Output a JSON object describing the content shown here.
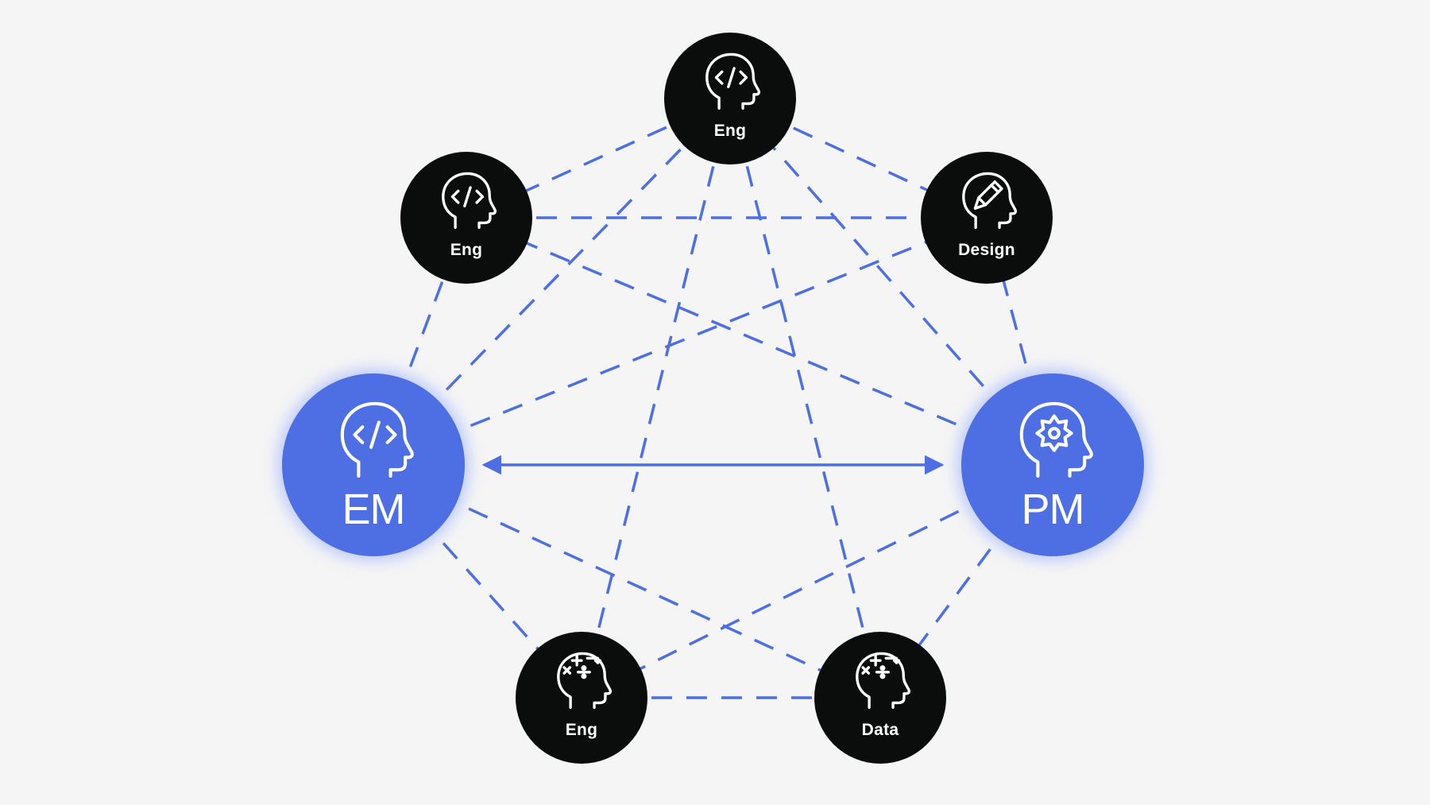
{
  "colors": {
    "background": "#f5f5f5",
    "dark_node": "#0b0c0c",
    "accent_node": "#4d6fe3",
    "accent_glow": "#b6c5fb",
    "link": "#4d6fe3",
    "text": "#ffffff"
  },
  "nodes": [
    {
      "id": "em",
      "label": "EM",
      "icon": "head-code-icon",
      "style": "accent"
    },
    {
      "id": "pm",
      "label": "PM",
      "icon": "head-gear-icon",
      "style": "accent"
    },
    {
      "id": "eng-top",
      "label": "Eng",
      "icon": "head-code-icon",
      "style": "dark"
    },
    {
      "id": "eng-left",
      "label": "Eng",
      "icon": "head-code-icon",
      "style": "dark"
    },
    {
      "id": "design",
      "label": "Design",
      "icon": "head-pencil-icon",
      "style": "dark"
    },
    {
      "id": "eng-bottom",
      "label": "Eng",
      "icon": "head-math-icon",
      "style": "dark"
    },
    {
      "id": "data",
      "label": "Data",
      "icon": "head-math-icon",
      "style": "dark"
    }
  ],
  "links": [
    {
      "from": "em",
      "to": "pm",
      "style": "solid",
      "arrows": "both"
    },
    {
      "from": "em",
      "to": "eng-top",
      "style": "dashed"
    },
    {
      "from": "em",
      "to": "eng-left",
      "style": "dashed"
    },
    {
      "from": "em",
      "to": "design",
      "style": "dashed"
    },
    {
      "from": "em",
      "to": "eng-bottom",
      "style": "dashed"
    },
    {
      "from": "em",
      "to": "data",
      "style": "dashed"
    },
    {
      "from": "pm",
      "to": "eng-top",
      "style": "dashed"
    },
    {
      "from": "pm",
      "to": "eng-left",
      "style": "dashed"
    },
    {
      "from": "pm",
      "to": "design",
      "style": "dashed"
    },
    {
      "from": "pm",
      "to": "eng-bottom",
      "style": "dashed"
    },
    {
      "from": "pm",
      "to": "data",
      "style": "dashed"
    },
    {
      "from": "eng-top",
      "to": "eng-left",
      "style": "dashed"
    },
    {
      "from": "eng-top",
      "to": "design",
      "style": "dashed"
    },
    {
      "from": "eng-top",
      "to": "eng-bottom",
      "style": "dashed"
    },
    {
      "from": "eng-top",
      "to": "data",
      "style": "dashed"
    },
    {
      "from": "eng-left",
      "to": "design",
      "style": "dashed"
    },
    {
      "from": "eng-bottom",
      "to": "data",
      "style": "dashed"
    }
  ]
}
